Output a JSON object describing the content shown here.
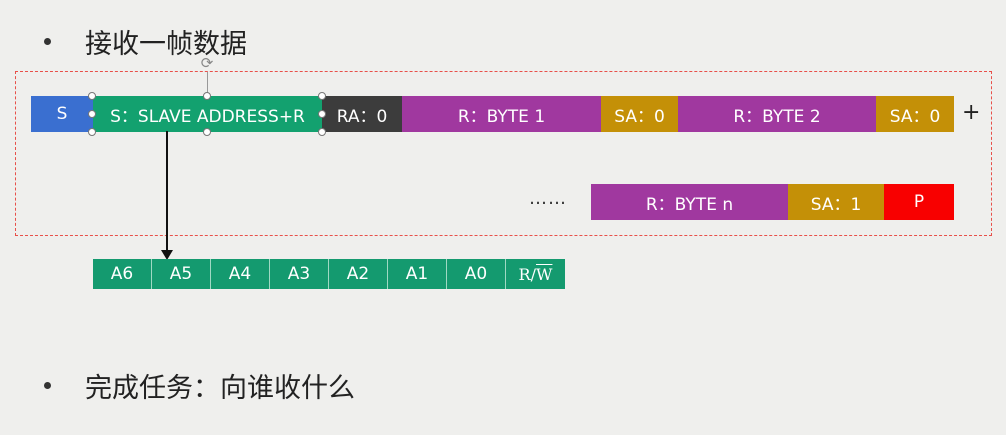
{
  "bullets": {
    "first": "接收一帧数据",
    "second": "完成任务：向谁收什么"
  },
  "frame_row1": {
    "s": "S",
    "address": "S：SLAVE ADDRESS+R",
    "ra": "RA：0",
    "byte1": "R：BYTE 1",
    "sa1": "SA：0",
    "byte2": "R：BYTE 2",
    "sa2": "SA：0",
    "continue": "+"
  },
  "frame_row2": {
    "ellipsis": "……",
    "byten": "R：BYTE n",
    "sa_last": "SA：1",
    "p": "P"
  },
  "address_bits": [
    "A6",
    "A5",
    "A4",
    "A3",
    "A2",
    "A1",
    "A0"
  ],
  "rw_bit": {
    "r": "R/",
    "w": "W"
  },
  "colors": {
    "start_blue": "#3a6fd0",
    "address_green": "#13a16f",
    "ra_dark": "#3c3c3c",
    "byte_purple": "#a0389f",
    "sa_gold": "#c49007",
    "stop_red": "#f80000",
    "dash_red": "#e8504a"
  },
  "icons": {
    "rotate": "rotate-handle-icon"
  }
}
